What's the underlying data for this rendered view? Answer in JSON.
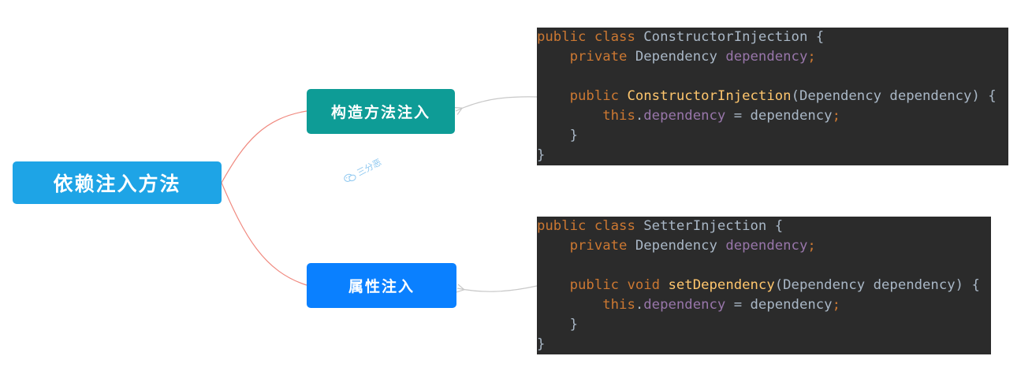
{
  "root": {
    "label": "依赖注入方法",
    "color": "#1ea4e6"
  },
  "branches": [
    {
      "label": "构造方法注入",
      "color": "#0e9c96"
    },
    {
      "label": "属性注入",
      "color": "#0a80ff"
    }
  ],
  "watermark": {
    "text": "三分恶"
  },
  "code_blocks": [
    {
      "lines": [
        [
          [
            "kw",
            "public class "
          ],
          [
            "pl",
            "ConstructorInjection {"
          ]
        ],
        [
          [
            "pl",
            "    "
          ],
          [
            "kw",
            "private "
          ],
          [
            "pl",
            "Dependency "
          ],
          [
            "fld",
            "dependency"
          ],
          [
            "pn",
            ";"
          ]
        ],
        [],
        [
          [
            "pl",
            "    "
          ],
          [
            "kw",
            "public "
          ],
          [
            "fn",
            "ConstructorInjection"
          ],
          [
            "pl",
            "(Dependency dependency) {"
          ]
        ],
        [
          [
            "pl",
            "        "
          ],
          [
            "kw",
            "this"
          ],
          [
            "pl",
            "."
          ],
          [
            "fld",
            "dependency"
          ],
          [
            "pl",
            " = dependency"
          ],
          [
            "pn",
            ";"
          ]
        ],
        [
          [
            "pl",
            "    }"
          ]
        ],
        [
          [
            "pl",
            "}"
          ]
        ]
      ]
    },
    {
      "lines": [
        [
          [
            "kw",
            "public class "
          ],
          [
            "pl",
            "SetterInjection {"
          ]
        ],
        [
          [
            "pl",
            "    "
          ],
          [
            "kw",
            "private "
          ],
          [
            "pl",
            "Dependency "
          ],
          [
            "fld",
            "dependency"
          ],
          [
            "pn",
            ";"
          ]
        ],
        [],
        [
          [
            "pl",
            "    "
          ],
          [
            "kw",
            "public void "
          ],
          [
            "fn",
            "setDependency"
          ],
          [
            "pl",
            "(Dependency dependency) {"
          ]
        ],
        [
          [
            "pl",
            "        "
          ],
          [
            "kw",
            "this"
          ],
          [
            "pl",
            "."
          ],
          [
            "fld",
            "dependency"
          ],
          [
            "pl",
            " = dependency"
          ],
          [
            "pn",
            ";"
          ]
        ],
        [
          [
            "pl",
            "    }"
          ]
        ],
        [
          [
            "pl",
            "}"
          ]
        ]
      ]
    }
  ]
}
